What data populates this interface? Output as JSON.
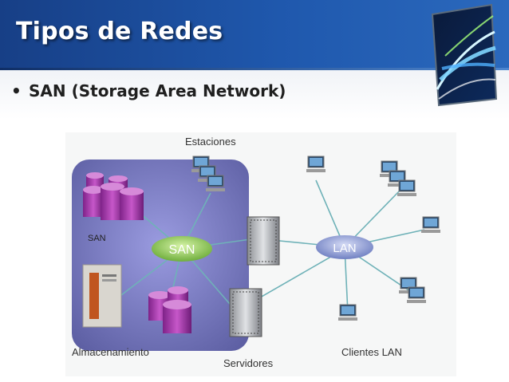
{
  "slide": {
    "title": "Tipos de Redes",
    "bullet": "SAN (Storage Area Network)"
  },
  "diagram": {
    "labels": {
      "estaciones": "Estaciones",
      "san_small": "SAN",
      "san_hub": "SAN",
      "lan_hub": "LAN",
      "almacenamiento": "Almacenamiento",
      "servidores": "Servidores",
      "clientes": "Clientes LAN"
    },
    "colors": {
      "header": "#1f58ad",
      "san_region": "#6f71b4",
      "hub": "#7fbf4a",
      "lan_hub": "#7b8fc8",
      "storage": "#a23aa8",
      "link": "#6fb2b8"
    }
  }
}
